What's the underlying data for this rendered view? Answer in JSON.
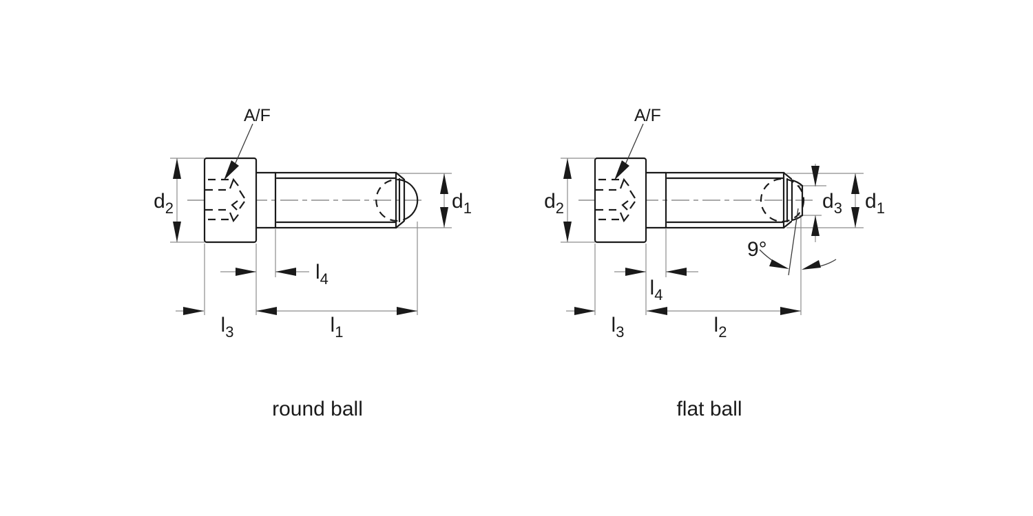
{
  "title": "thrust screw with ball end - dimension drawing",
  "colors": {
    "outline": "#1a1a1a",
    "thin_line": "#8c8c8c",
    "background": "#ffffff"
  },
  "left_view": {
    "caption": "round ball",
    "labels": {
      "af": "A/F",
      "d2": {
        "base": "d",
        "sub": "2"
      },
      "d1": {
        "base": "d",
        "sub": "1"
      },
      "l4": {
        "base": "l",
        "sub": "4"
      },
      "l3": {
        "base": "l",
        "sub": "3"
      },
      "l1": {
        "base": "l",
        "sub": "1"
      }
    }
  },
  "right_view": {
    "caption": "flat ball",
    "labels": {
      "af": "A/F",
      "d2": {
        "base": "d",
        "sub": "2"
      },
      "d3": {
        "base": "d",
        "sub": "3"
      },
      "d1": {
        "base": "d",
        "sub": "1"
      },
      "l4": {
        "base": "l",
        "sub": "4"
      },
      "l3": {
        "base": "l",
        "sub": "3"
      },
      "l2": {
        "base": "l",
        "sub": "2"
      },
      "angle": "9°"
    }
  }
}
